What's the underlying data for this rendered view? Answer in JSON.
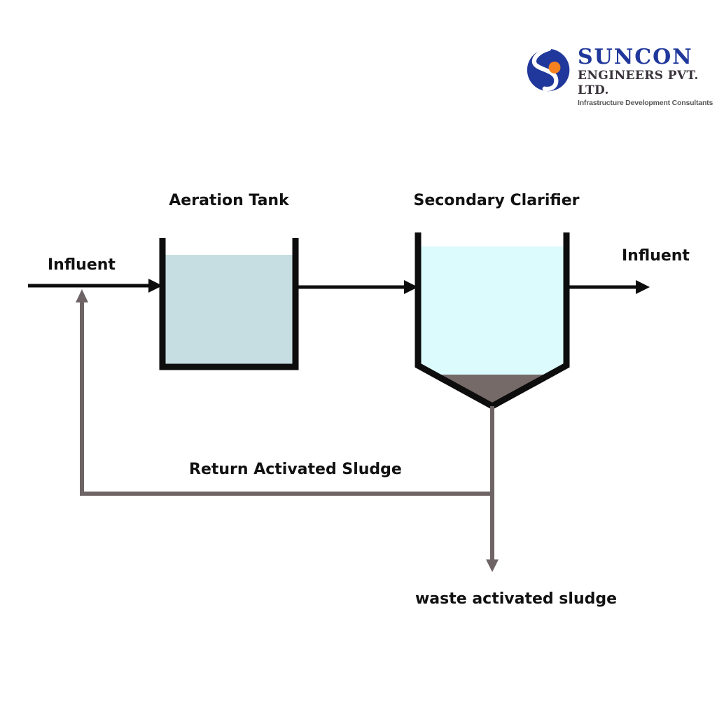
{
  "logo": {
    "name": "SUNCON",
    "subtitle": "ENGINEERS PVT. LTD.",
    "tagline": "Infrastructure Development Consultants"
  },
  "diagram": {
    "aeration_tank_label": "Aeration Tank",
    "secondary_clarifier_label": "Secondary Clarifier",
    "influent_left_label": "Influent",
    "influent_right_label": "Influent",
    "return_activated_sludge_label": "Return Activated Sludge",
    "waste_activated_sludge_label": "waste activated sludge"
  },
  "colors": {
    "line-black": "#0d0d0d",
    "aeration-water": "#c6dde1",
    "clarifier-water": "#dcfbfd",
    "sludge": "#756a68",
    "pipe-gray": "#6e6466",
    "logo-blue": "#20389b",
    "logo-orange": "#f5821f",
    "logo-dark": "#39323a",
    "logo-gray": "#58585a"
  }
}
